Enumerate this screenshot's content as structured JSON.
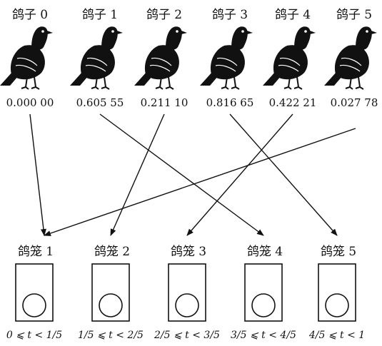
{
  "pigeons": [
    {
      "label": "鸽子 0",
      "value": "0.000 00"
    },
    {
      "label": "鸽子 1",
      "value": "0.605 55"
    },
    {
      "label": "鸽子 2",
      "value": "0.211 10"
    },
    {
      "label": "鸽子 3",
      "value": "0.816 65"
    },
    {
      "label": "鸽子 4",
      "value": "0.422 21"
    },
    {
      "label": "鸽子 5",
      "value": "0.027 78"
    }
  ],
  "cages": [
    {
      "label": "鸽笼 1",
      "interval": "0 ⩽ t < 1/5"
    },
    {
      "label": "鸽笼 2",
      "interval": "1/5 ⩽ t < 2/5"
    },
    {
      "label": "鸽笼 3",
      "interval": "2/5 ⩽ t < 3/5"
    },
    {
      "label": "鸽笼 4",
      "interval": "3/5 ⩽ t < 4/5"
    },
    {
      "label": "鸽笼 5",
      "interval": "4/5 ⩽ t < 1"
    }
  ],
  "assignments": [
    {
      "from": "鸽子 0",
      "to": "鸽笼 1"
    },
    {
      "from": "鸽子 1",
      "to": "鸽笼 4"
    },
    {
      "from": "鸽子 2",
      "to": "鸽笼 2"
    },
    {
      "from": "鸽子 3",
      "to": "鸽笼 5"
    },
    {
      "from": "鸽子 4",
      "to": "鸽笼 3"
    },
    {
      "from": "鸽子 5",
      "to": "鸽笼 1"
    }
  ]
}
